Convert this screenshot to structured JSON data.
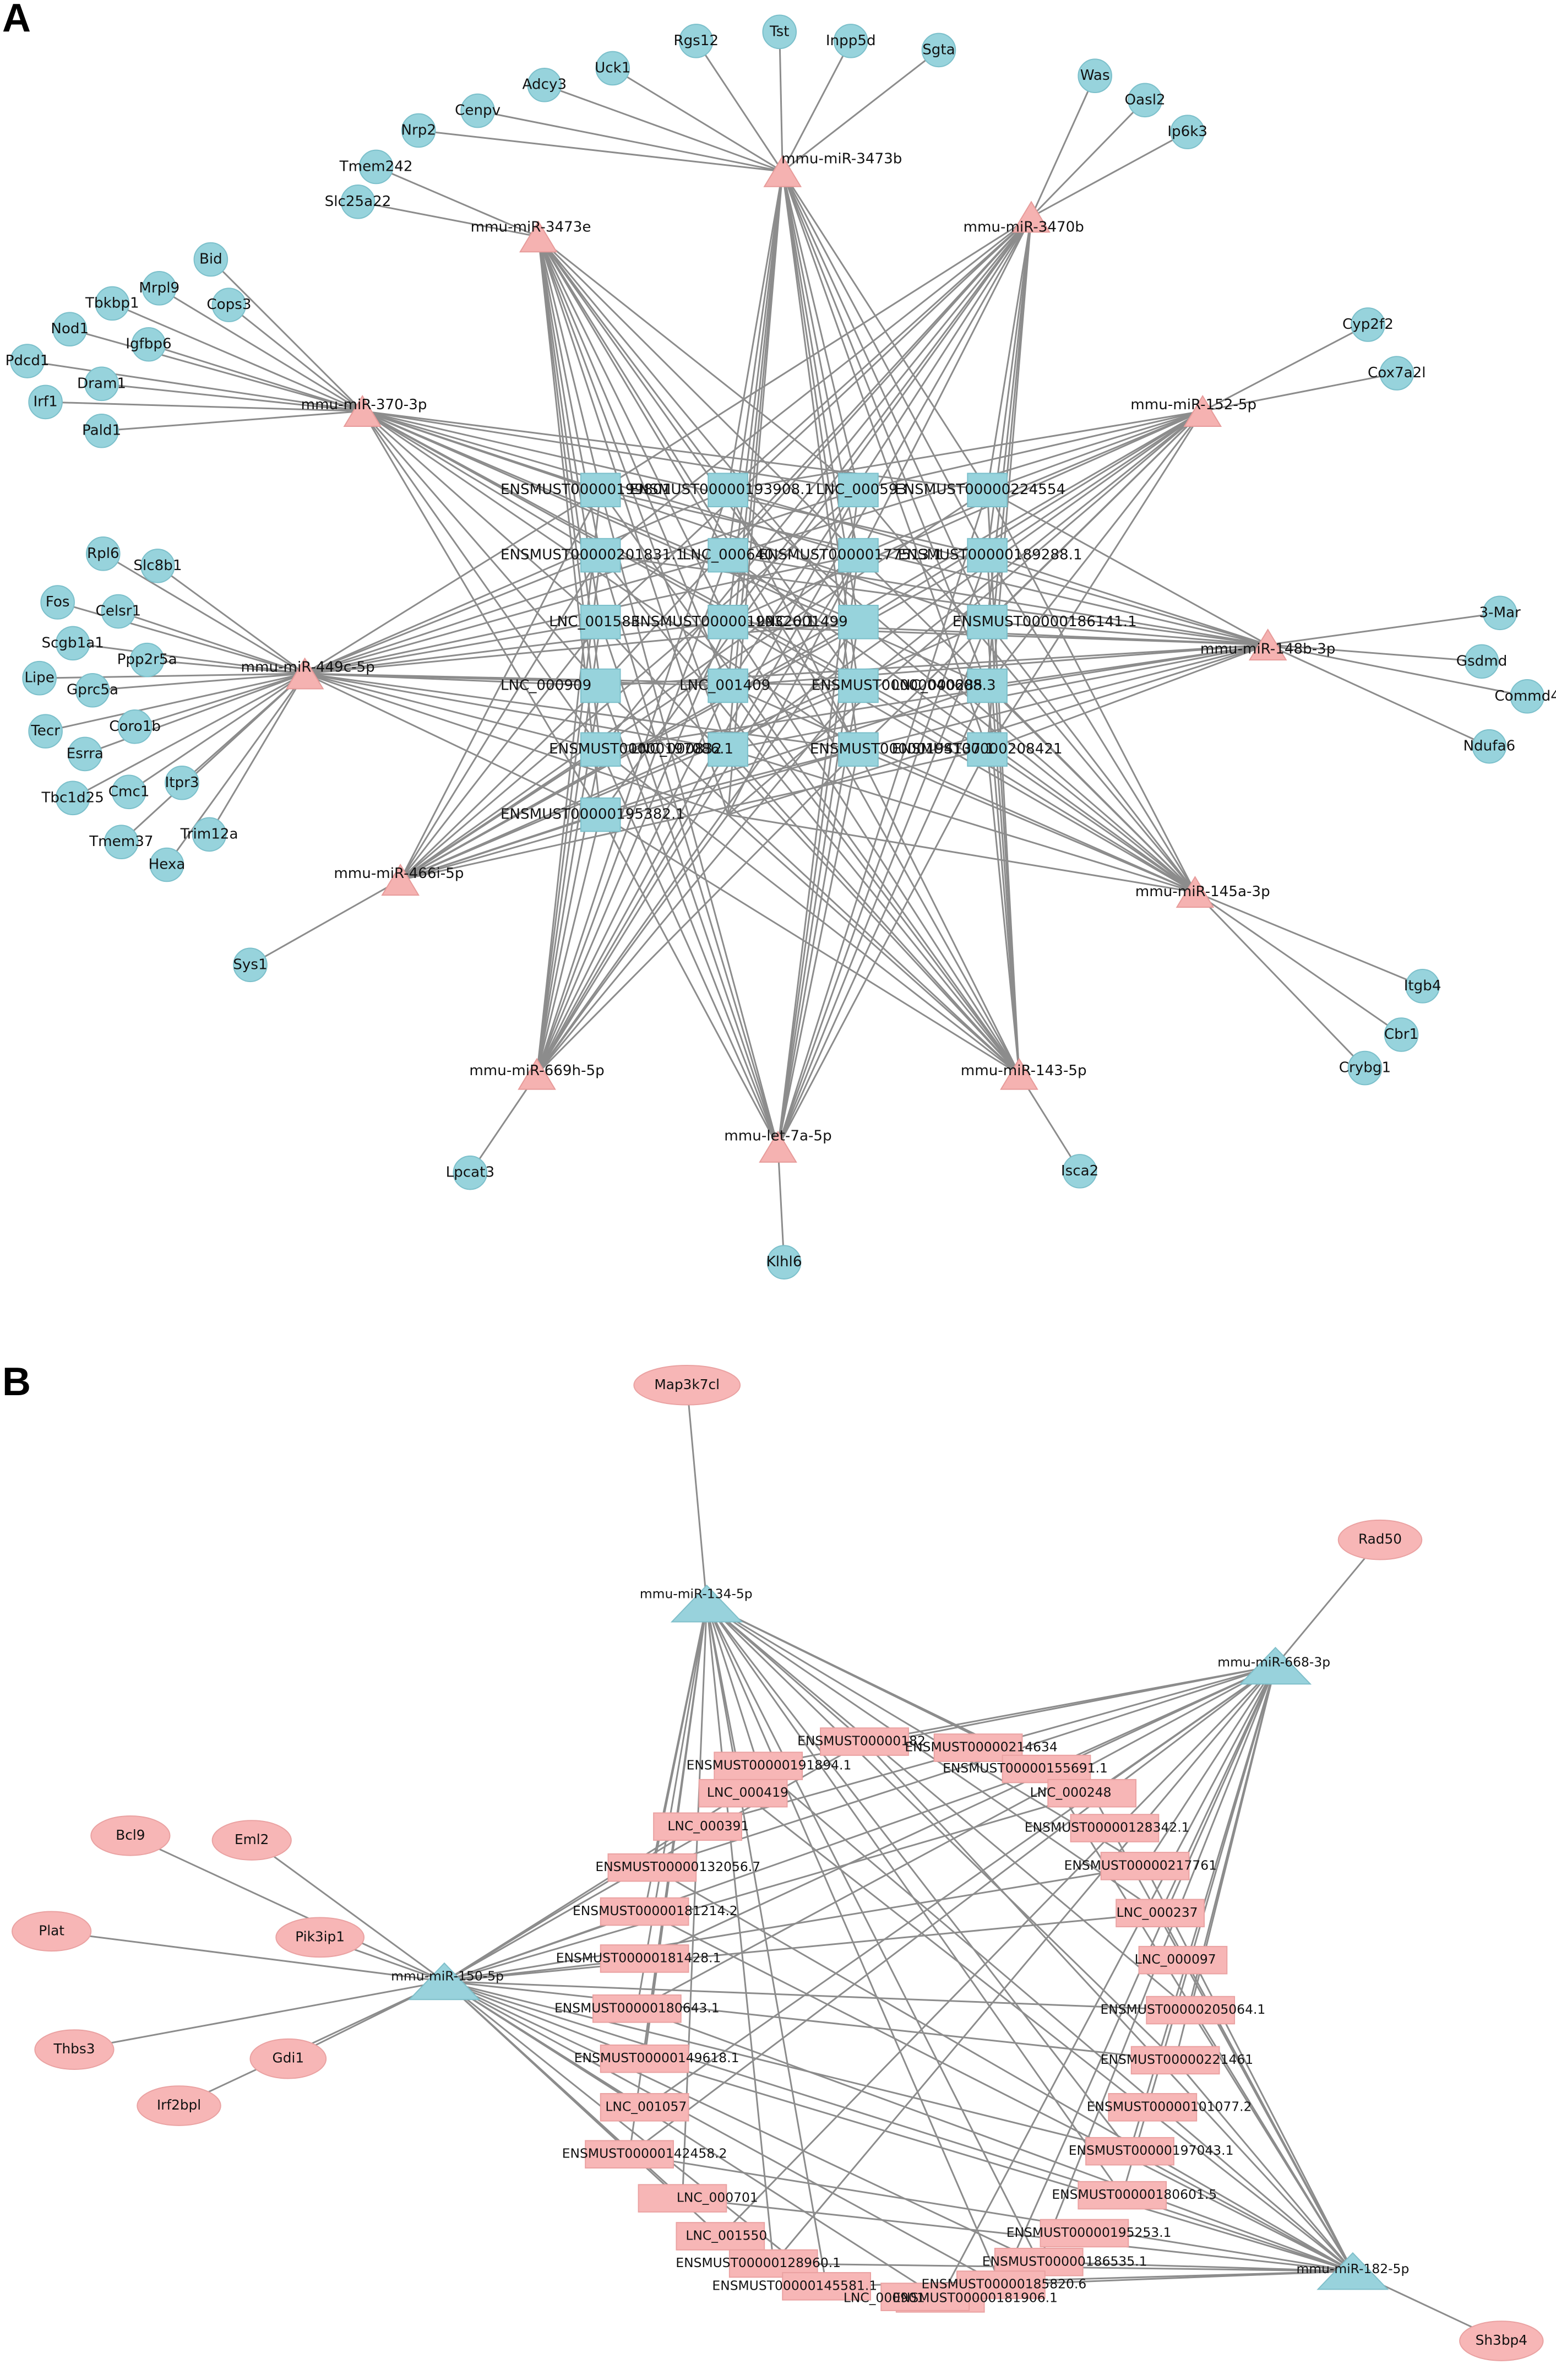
{
  "panels": {
    "A": {
      "label": "A",
      "mirnas": [
        "mmu-miR-3473b",
        "mmu-miR-3473e",
        "mmu-miR-3470b",
        "mmu-miR-370-3p",
        "mmu-miR-152-5p",
        "mmu-miR-449c-5p",
        "mmu-miR-148b-3p",
        "mmu-miR-466i-5p",
        "mmu-miR-145a-3p",
        "mmu-miR-669h-5p",
        "mmu-miR-143-5p",
        "mmu-let-7a-5p"
      ],
      "central": [
        "ENSMUST00000199801",
        "ENSMUST00000193908.1",
        "LNC_000593",
        "ENSMUST00000224554",
        "ENSMUST00000201831.1",
        "LNC_000640",
        "ENSMUST00000177513.1",
        "ENSMUST00000189288.1",
        "LNC_001583",
        "ENSMUST00000199326.1",
        "LNC_001499",
        "ENSMUST00000186141.1",
        "LNC_000909",
        "LNC_001409",
        "ENSMUST00000040608.3",
        "LNC_000285",
        "ENSMUST00000197086.1",
        "LNC_000832",
        "ENSMUST00000194137.1",
        "ENSMUST00000208421",
        "ENSMUST00000195382.1"
      ],
      "central_labels": [
        "ENSMUST00000199801",
        "ENSMUST00000193908.1",
        "LNC_000593",
        "ENSMUST00000224554",
        "ENSMUST00000201831.1",
        "LNC_000640",
        "ENSMUST00000177513.1",
        "ENSMUST00000189288.1",
        "LNC_001583",
        "ENSMUST00000199326.1",
        "LNC_001499",
        "ENSMUST00000186141.1",
        "LNC_000909",
        "LNC_001409",
        "ENSMUST00000040608.3",
        "LNC_000285",
        "ENSMUST00000197086.1",
        "LNC_000832",
        "ENSMUST00000194137.1",
        "ENSMUST00000208421",
        "ENSMUST00000195382.1"
      ],
      "targets": {
        "mmu-miR-3473b": [
          "Rgs12",
          "Tst",
          "Inpp5d",
          "Sgta",
          "Uck1",
          "Adcy3",
          "Cenpv",
          "Nrp2"
        ],
        "mmu-miR-3473e": [
          "Tmem242",
          "Slc25a22"
        ],
        "mmu-miR-3470b": [
          "Was",
          "Oasl2",
          "Ip6k3"
        ],
        "mmu-miR-370-3p": [
          "Bid",
          "Cops3",
          "Mrpl9",
          "Tbkbp1",
          "Igfbp6",
          "Nod1",
          "Pdcd1",
          "Dram1",
          "Irf1",
          "Pald1"
        ],
        "mmu-miR-152-5p": [
          "Cyp2f2",
          "Cox7a2l"
        ],
        "mmu-miR-449c-5p": [
          "Rpl6",
          "Slc8b1",
          "Fos",
          "Celsr1",
          "Scgb1a1",
          "Ppp2r5a",
          "Lipe",
          "Gprc5a",
          "Tecr",
          "Coro1b",
          "Esrra",
          "Tbc1d25",
          "Itpr3",
          "Cmc1",
          "Tmem37",
          "Trim12a",
          "Hexa"
        ],
        "mmu-miR-148b-3p": [
          "3-Mar",
          "Gsdmd",
          "Commd4",
          "Ndufa6"
        ],
        "mmu-miR-466i-5p": [
          "Sys1"
        ],
        "mmu-miR-145a-3p": [
          "Itgb4",
          "Cbr1",
          "Crybg1"
        ],
        "mmu-miR-669h-5p": [
          "Lpcat3"
        ],
        "mmu-miR-143-5p": [
          "Isca2"
        ],
        "mmu-let-7a-5p": [
          "Klhl6"
        ]
      }
    },
    "B": {
      "label": "B",
      "mirnas": [
        "mmu-miR-134-5p",
        "mmu-miR-668-3p",
        "mmu-miR-150-5p",
        "mmu-miR-182-5p"
      ],
      "left_nodes": [
        "ENSMUST00000191894.1",
        "LNC_000419",
        "LNC_000391",
        "ENSMUST00000132056.7",
        "ENSMUST00000181214.2",
        "ENSMUST00000181428.1",
        "ENSMUST00000180643.1",
        "ENSMUST00000149618.1",
        "LNC_001057",
        "ENSMUST00000142458.2",
        "LNC_000701",
        "LNC_001550",
        "ENSMUST00000128960.1",
        "ENSMUST00000145581.1",
        "LNC_000901"
      ],
      "right_nodes": [
        "ENSMUST00000182",
        "ENSMUST00000214634",
        "ENSMUST00000155691.1",
        "LNC_000248",
        "ENSMUST00000128342.1",
        "ENSMUST00000217761",
        "LNC_000237",
        "LNC_000097",
        "ENSMUST00000205064.1",
        "ENSMUST00000221461",
        "ENSMUST00000101077.2",
        "ENSMUST00000197043.1",
        "ENSMUST00000180601.5",
        "ENSMUST00000195253.1",
        "ENSMUST00000186535.1",
        "ENSMUST00000185820.6",
        "ENSMUST00000181906.1"
      ],
      "targets": {
        "mmu-miR-134-5p": [
          "Map3k7cl"
        ],
        "mmu-miR-668-3p": [
          "Rad50"
        ],
        "mmu-miR-150-5p": [
          "Bcl9",
          "Eml2",
          "Plat",
          "Pik3ip1",
          "Thbs3",
          "Gdi1",
          "Irf2bpl"
        ],
        "mmu-miR-182-5p": [
          "Sh3bp4"
        ]
      }
    }
  },
  "colors": {
    "panelA_gene": "#97d3dc",
    "panelA_mirna": "#f5b2b1",
    "panelB_gene": "#f7b6b6",
    "panelB_mirna": "#98d2dc",
    "edge": "#8c8c8c"
  }
}
